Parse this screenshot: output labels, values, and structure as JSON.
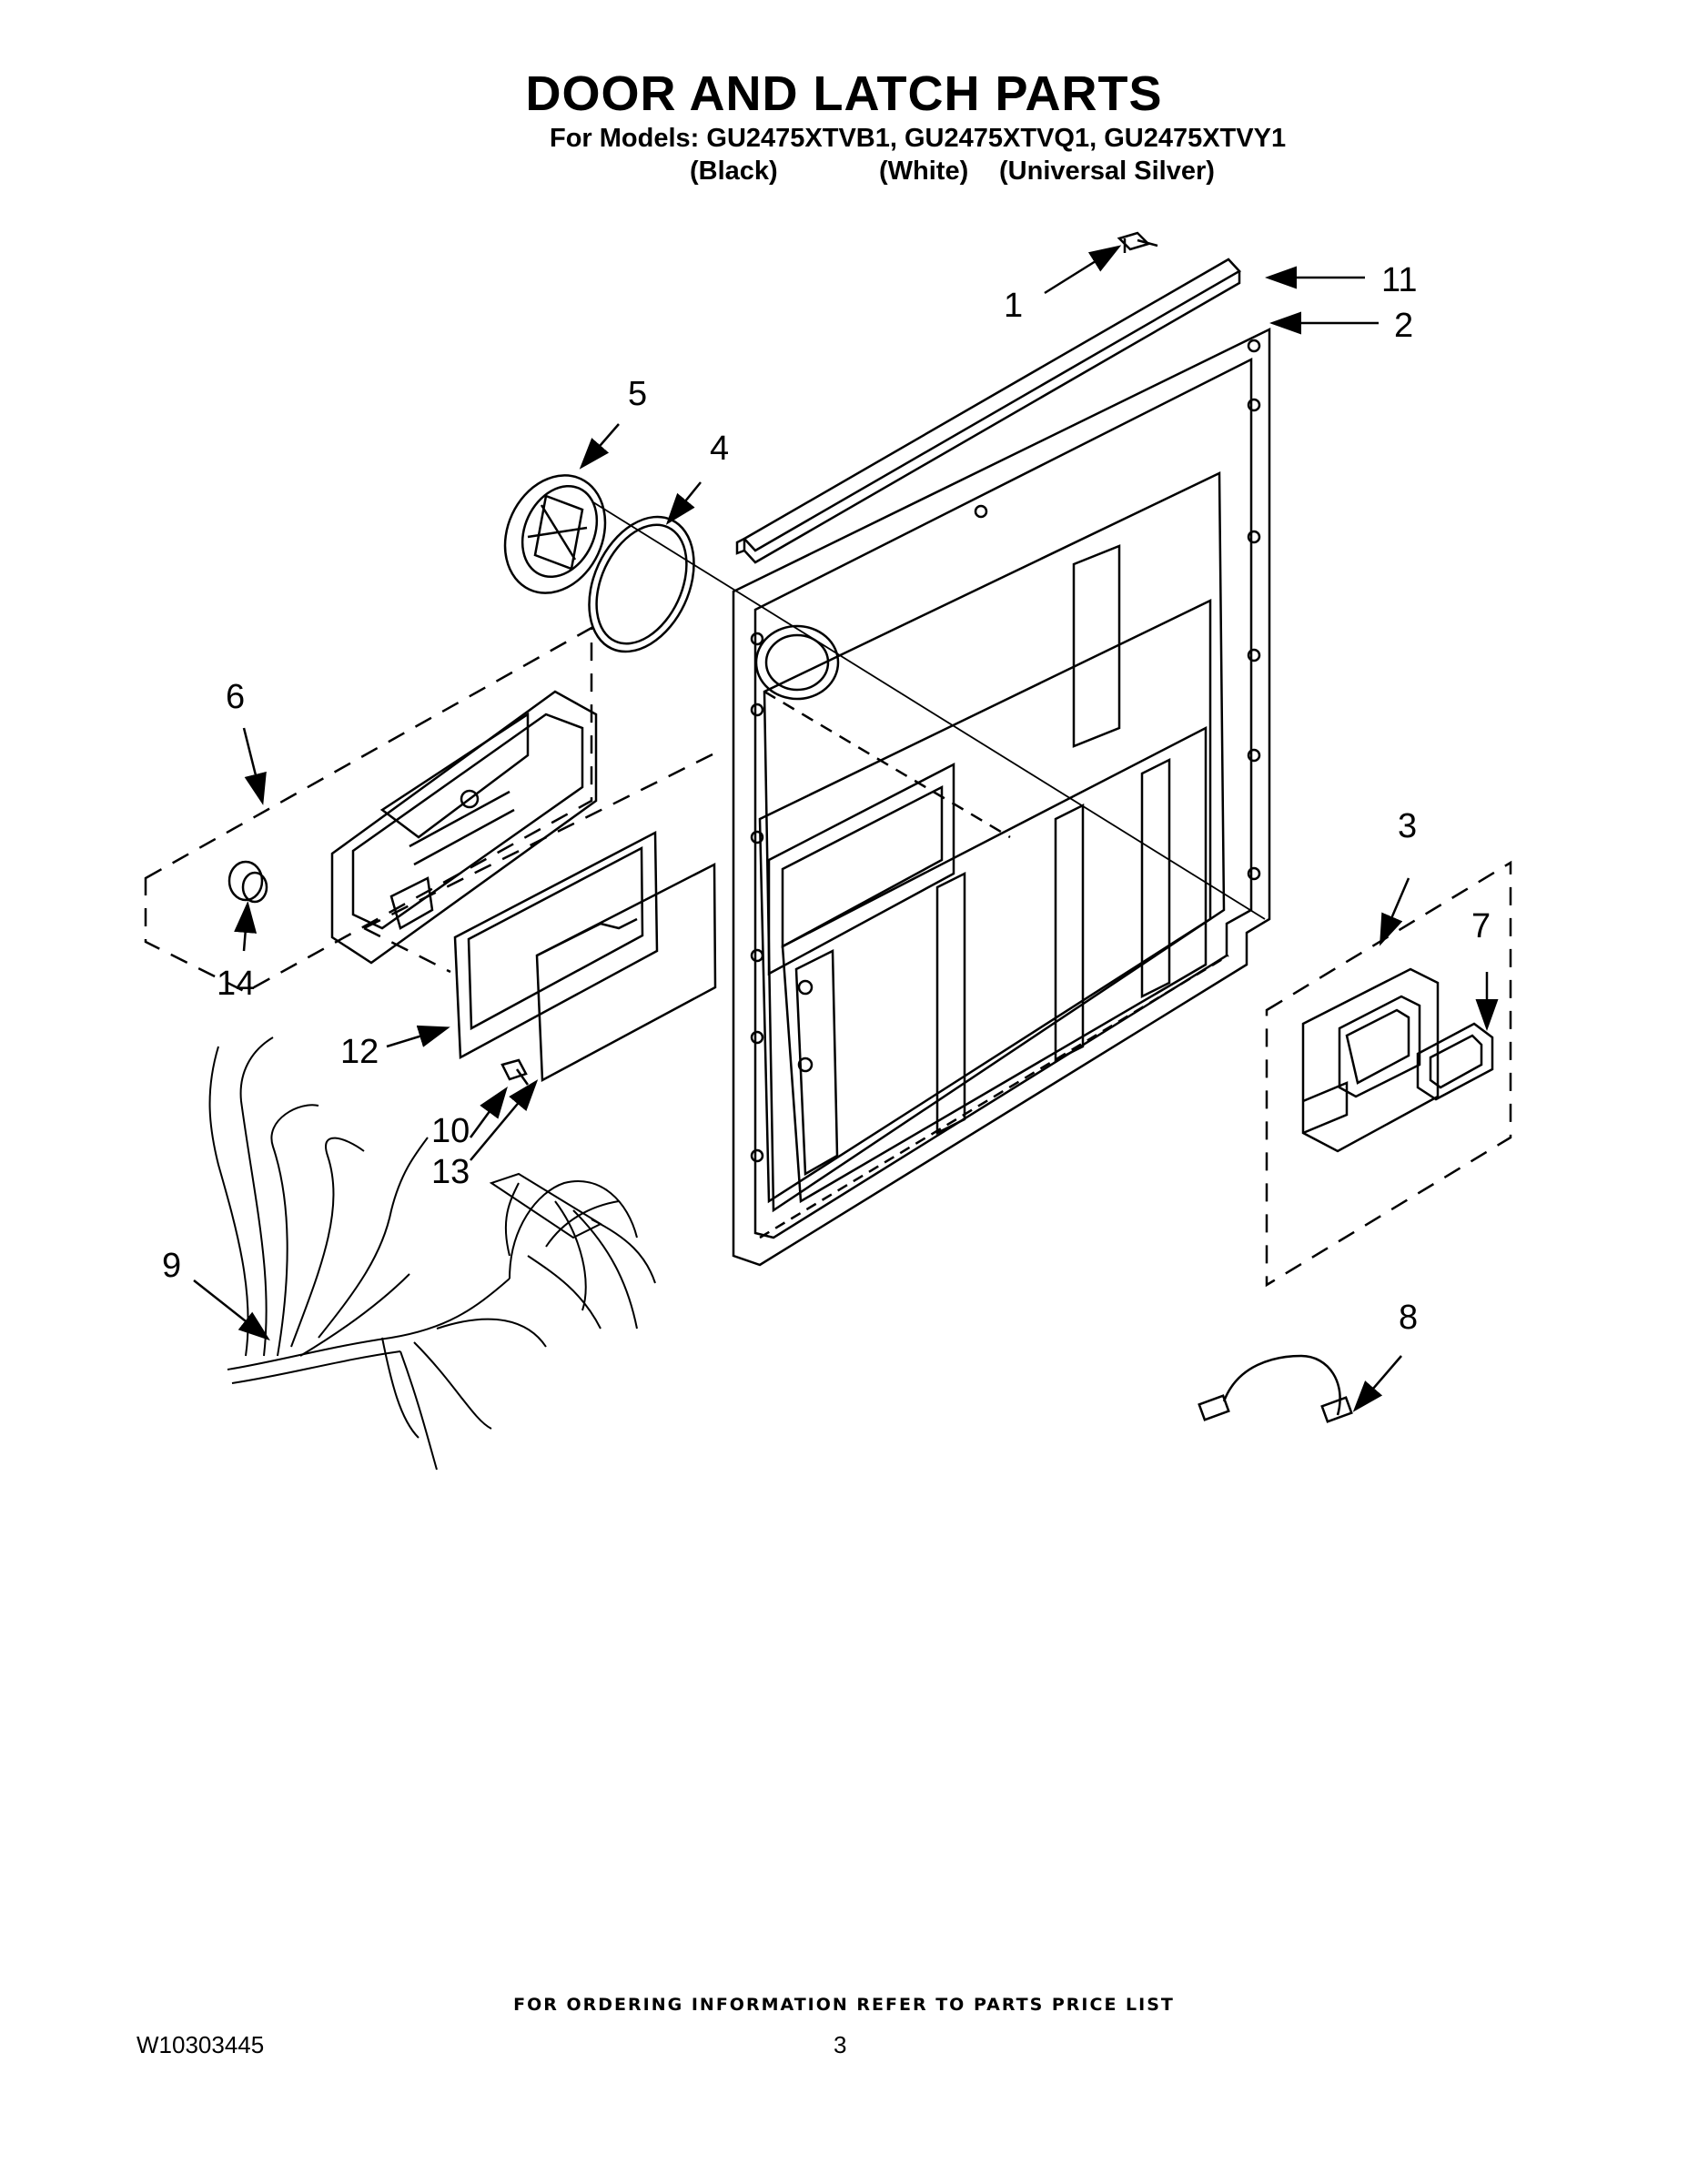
{
  "header": {
    "title": "DOOR AND LATCH PARTS",
    "models": "For Models: GU2475XTVB1, GU2475XTVQ1, GU2475XTVY1",
    "colors": [
      "(Black)",
      "(White)",
      "(Universal Silver)"
    ]
  },
  "callouts": {
    "c1": "1",
    "c2": "2",
    "c3": "3",
    "c4": "4",
    "c5": "5",
    "c6": "6",
    "c7": "7",
    "c8": "8",
    "c9": "9",
    "c10": "10",
    "c11": "11",
    "c12": "12",
    "c13": "13",
    "c14": "14"
  },
  "footer": {
    "ordering_note": "FOR ORDERING INFORMATION REFER TO PARTS PRICE LIST",
    "doc_number": "W10303445",
    "page_number": "3"
  }
}
